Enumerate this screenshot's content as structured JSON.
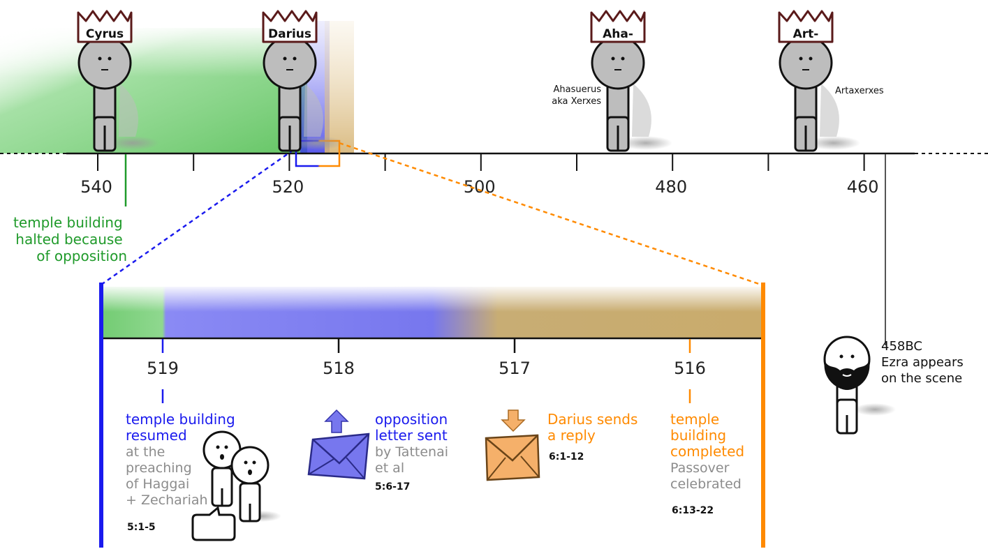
{
  "timeline": {
    "ticks": [
      "540",
      "520",
      "500",
      "480",
      "460"
    ]
  },
  "kings": [
    {
      "crown": "Cyrus",
      "fullname": ""
    },
    {
      "crown": "Darius",
      "fullname": ""
    },
    {
      "crown": "Aha-",
      "fullname": [
        "Ahasuerus",
        "aka Xerxes"
      ]
    },
    {
      "crown": "Art-",
      "fullname": "Artaxerxes"
    }
  ],
  "halt_note": [
    "temple building",
    "halted because",
    "of opposition"
  ],
  "ezra": [
    "458BC",
    "Ezra appears",
    "on the scene"
  ],
  "zoom": {
    "ticks": [
      "519",
      "518",
      "517",
      "516"
    ],
    "events": [
      {
        "title": [
          "temple building",
          "resumed"
        ],
        "detail": [
          "at the",
          "preaching",
          "of Haggai",
          "+ Zechariah"
        ],
        "ref": "5:1-5",
        "icon": "two-people-talking-icon"
      },
      {
        "title": [
          "opposition",
          "letter sent"
        ],
        "detail": [
          "by Tattenai",
          "et al"
        ],
        "ref": "5:6-17",
        "icon": "envelope-sent-icon"
      },
      {
        "title": [
          "Darius sends",
          "a reply"
        ],
        "detail": [],
        "ref": "6:1-12",
        "icon": "envelope-received-icon"
      },
      {
        "title": [
          "temple",
          "building",
          "completed"
        ],
        "detail": [
          "Passover",
          "celebrated"
        ],
        "ref": "6:13-22",
        "icon": ""
      }
    ]
  },
  "colors": {
    "green": "#1f9a2a",
    "blue": "#1a1aee",
    "orange": "#ff8a00",
    "tan": "#c8a96a",
    "gray_text": "#8c8c8c",
    "figure_gray": "#bdbdbd",
    "crown": "#5a1a1a"
  }
}
